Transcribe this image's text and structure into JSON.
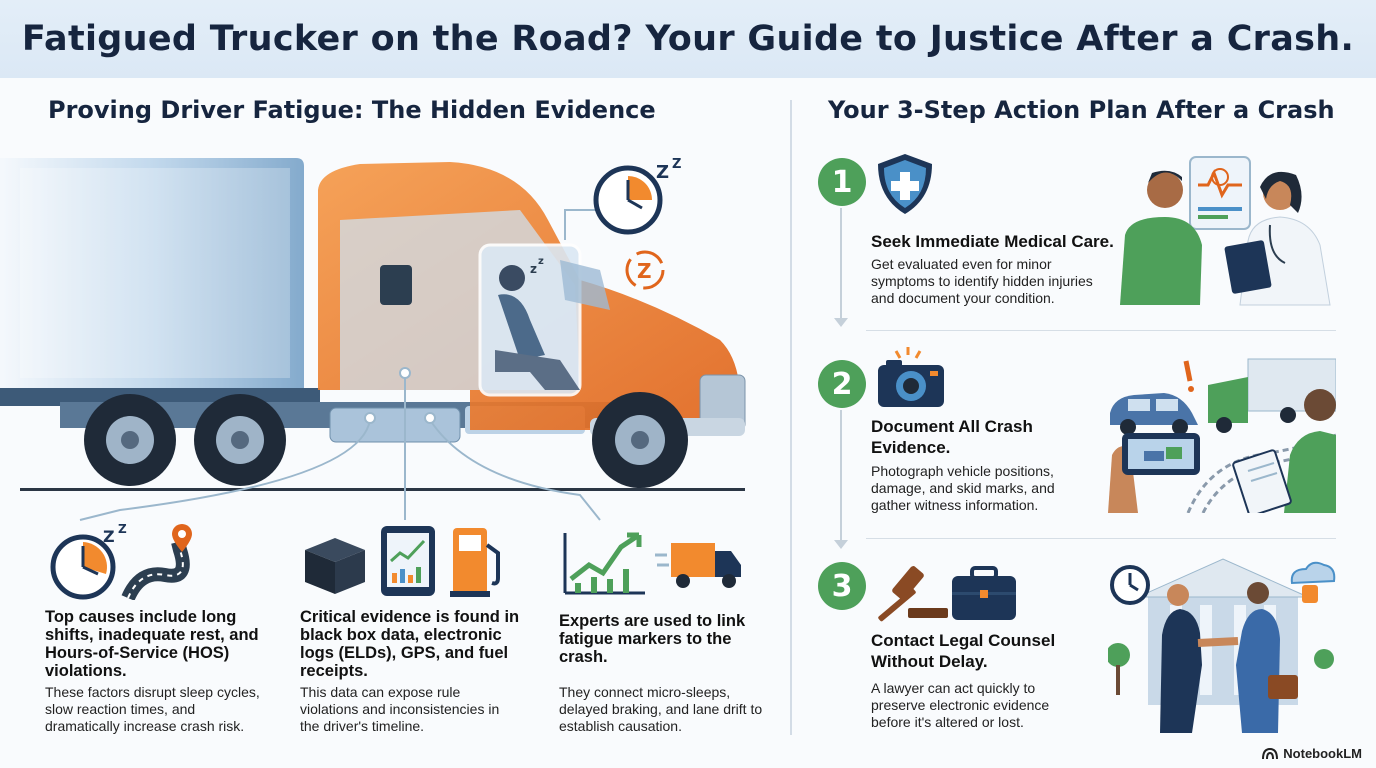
{
  "title": "Fatigued Trucker on the Road? Your Guide to Justice After a Crash.",
  "left_section": {
    "heading": "Proving Driver Fatigue: The Hidden Evidence",
    "causes": [
      {
        "title": "Top causes include long shifts, inadequate rest, and Hours-of-Service (HOS) violations.",
        "body": "These factors disrupt sleep cycles, slow reaction times, and dramatically increase crash risk.",
        "icons": [
          "clock-zzz-icon",
          "winding-road-icon"
        ]
      },
      {
        "title": "Critical evidence is found in black box data, electronic logs (ELDs), GPS, and fuel receipts.",
        "body": "This data can expose rule violations and inconsistencies in the driver's timeline.",
        "icons": [
          "black-box-icon",
          "tablet-chart-icon",
          "fuel-pump-icon"
        ]
      },
      {
        "title": "Experts are used to link fatigue markers to the crash.",
        "body": "They connect micro-sleeps, delayed braking, and lane drift to establish causation.",
        "icons": [
          "trend-chart-icon",
          "moving-truck-icon"
        ]
      }
    ]
  },
  "right_section": {
    "heading": "Your 3-Step Action Plan After a Crash",
    "steps": [
      {
        "number": "1",
        "title": "Seek Immediate Medical Care.",
        "body": "Get evaluated even for minor symptoms to identify hidden injuries and document your condition.",
        "icon": "medical-shield-icon"
      },
      {
        "number": "2",
        "title": "Document All Crash Evidence.",
        "body": "Photograph vehicle positions, damage, and skid marks, and gather witness information.",
        "icon": "camera-icon"
      },
      {
        "number": "3",
        "title": "Contact Legal Counsel Without Delay.",
        "body": "A lawyer can act quickly to preserve electronic evidence before it's altered or lost.",
        "icon": "gavel-briefcase-icon"
      }
    ]
  },
  "brand": "NotebookLM",
  "colors": {
    "accent_green": "#4ea05a",
    "truck_orange": "#ee7d2b",
    "navy": "#1d3557",
    "title_band": "#dbe8f5"
  }
}
